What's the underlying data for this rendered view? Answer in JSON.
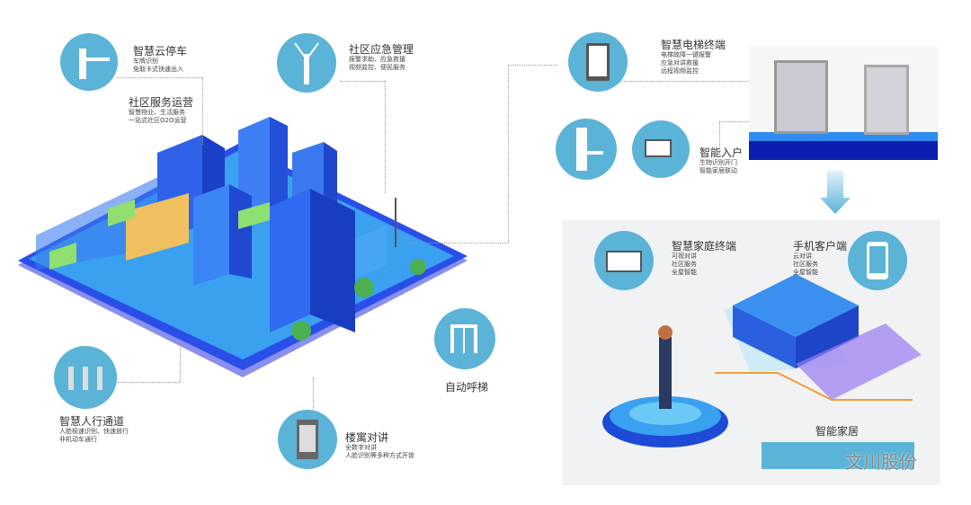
{
  "features": {
    "parking": {
      "title": "智慧云停车",
      "lines": [
        "车牌识别",
        "免取卡式快速出入"
      ]
    },
    "emergency": {
      "title": "社区应急管理",
      "lines": [
        "报警求助、应急救援",
        "视频监控、便民服务"
      ]
    },
    "operation": {
      "title": "社区服务运营",
      "lines": [
        "智慧物业、生活服务",
        "一站式社区O2O运营"
      ]
    },
    "elevator_terminal": {
      "title": "智慧电梯终端",
      "lines": [
        "电梯故障一键报警",
        "应急对讲救援",
        "远程视频监控"
      ]
    },
    "entry": {
      "title": "智能入户",
      "lines": [
        "生物识别开门",
        "智能家居联动"
      ]
    },
    "pedestrian": {
      "title": "智慧人行通道",
      "lines": [
        "人脸极速识别、快速放行",
        "非机动车通行"
      ]
    },
    "intercom": {
      "title": "楼寓对讲",
      "lines": [
        "全数字对讲",
        "人脸识别等多种方式开锁"
      ]
    },
    "auto_elevator": {
      "title": "自动呼梯"
    },
    "home_terminal": {
      "title": "智慧家庭终端",
      "lines": [
        "可视对讲",
        "社区服务",
        "全屋智能"
      ]
    },
    "mobile": {
      "title": "手机客户端",
      "lines": [
        "云对讲",
        "社区服务",
        "全屋智能"
      ]
    },
    "smart_home": {
      "title": "智能家居"
    }
  },
  "watermark": "文川股份",
  "colors": {
    "circle": "#5bb3d8",
    "city": "#1e5cf0",
    "panel": "#f1f2f4"
  }
}
